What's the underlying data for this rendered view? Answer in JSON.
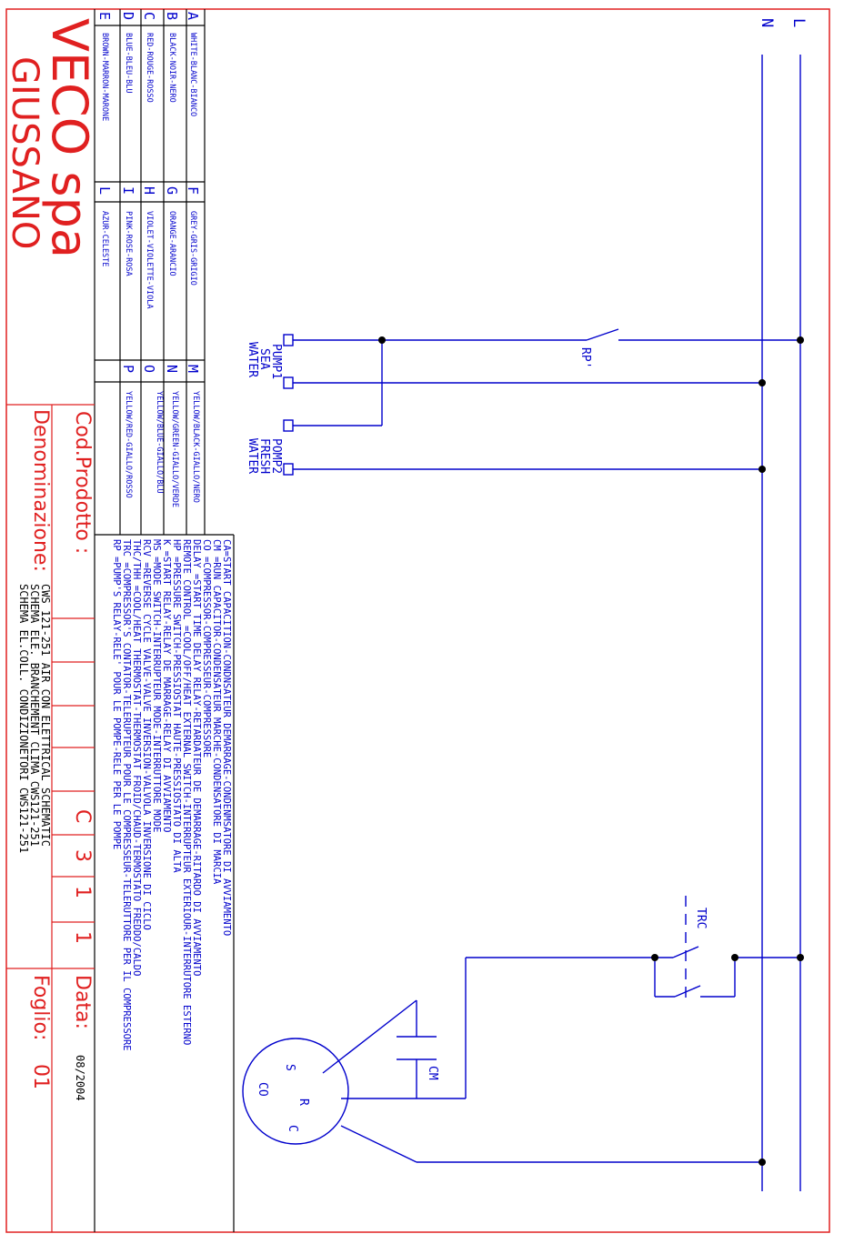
{
  "diagram": {
    "rails": {
      "line": "L",
      "neutral": "N"
    },
    "components": {
      "rp_switch": "RP'",
      "trc_contactor": "TRC",
      "run_capacitor": "CM",
      "compressor": "CO",
      "terminal_s": "S",
      "terminal_r": "R",
      "terminal_c": "C",
      "pump1_label": [
        "PUMP1",
        "SEA",
        "WATER"
      ],
      "pump2_label": [
        "POMP2",
        "FRESH",
        "WATER"
      ]
    }
  },
  "legend": [
    "CA=START CAPACITION-CONDNSATEUR DEMARRAGE-CONDENMSATORE DI AVVIAMENTO",
    "CM =RUN CAPACITOR-CONDENSATEUR MARCHE-CONDENSATORE DI MARCIA",
    "CO =COMPRESSOR-COMPRESSEUR-COMPRESSORE",
    "DELAY =START TIME DELAY RELAY-RETARDATEUR DE DEMARRAGE-RITARDO DI AVVIAMENTO",
    "REMOTE CONTROL =COOL/OFF/HEAT EXTERNAL SWITCH-INTERRUPTEUR EXTERIOUR-INTERRUTORE ESTERNO",
    "HP =PRESSURE SWITCH-PRESSIOSTAT HAUTE-PRESSIOSTATO DI ALTA",
    "K =START RELAY-RELAY DE MARRAGE-RELAY DI AVVIAMENTO",
    "MS =MODE SWITCH-INTERRUPTEUR MODE-INTERRUTTORE MODE",
    "RCV =REVERSE CYCLE VALVE-VALVE INVERSION-VALVOLA INVERSIONE DI CICLO",
    "THC/THH =COOL/HEAT THERMOSTAT-THERMOSTAT FROID/CHAUD-TERMOSTATO FREDDO/CALDO",
    "TRC =COMPRESSOR'S CONTATOR-TELERUPTEUR POUR LE COMPRESSEUR-TELERUTTORE PER IL COMPRESSORE",
    "RP =PUMP'S RELAY-RELE' POUR LE POMPE-RELE PER LE POMPE"
  ],
  "color_table": [
    {
      "code": "A",
      "name": "WHITE-BLANC-BIANCO",
      "code2": "F",
      "name2": "GREY-GRIS-GRIGIO",
      "code3": "M",
      "name3": "YELLOW/BLACK-GIALLO/NERO"
    },
    {
      "code": "B",
      "name": "BLACK-NOIR-NERO",
      "code2": "G",
      "name2": "ORANGE-ARANCIO",
      "code3": "N",
      "name3": "YELLOW/GREEN-GIALLO/VERDE"
    },
    {
      "code": "C",
      "name": "RED-ROUGE-ROSSO",
      "code2": "H",
      "name2": "VIOLET-VIOLETTE-VIOLA",
      "code3": "O",
      "name3": "YELLOW/BLUE-GIALLO/BLU"
    },
    {
      "code": "D",
      "name": "BLUE-BLEU-BLU",
      "code2": "I",
      "name2": "PINK-ROSE-ROSA",
      "code3": "P",
      "name3": "YELLOW/RED-GIALLO/ROSSO"
    },
    {
      "code": "E",
      "name": "BROWN-MARRON-MARONE",
      "code2": "L",
      "name2": "AZUR-CELESTE",
      "code3": "",
      "name3": ""
    }
  ],
  "title_block": {
    "company": "VECO spa",
    "city": "GIUSSANO",
    "product_code_label": "Cod.Prodotto :",
    "product_code": [
      "C",
      "3",
      "1",
      "1"
    ],
    "date_label": "Data:",
    "date": "08/2004",
    "denomination_label": "Denominazione:",
    "denomination": [
      "CWS 121-251 AIR CON ELETTRICAL SCHEMATIC",
      "SCHEMA ELE. BRANCHEMENT CLIMA CWS121-251",
      "SCHEMA EL.COLL. CONDIZIONETORI CWS121-251"
    ],
    "sheet_label": "Foglio:",
    "sheet": "01"
  },
  "colors": {
    "border": "#e02020",
    "schematic": "#0000cc",
    "text": "#0000cc",
    "table": "#000000"
  }
}
